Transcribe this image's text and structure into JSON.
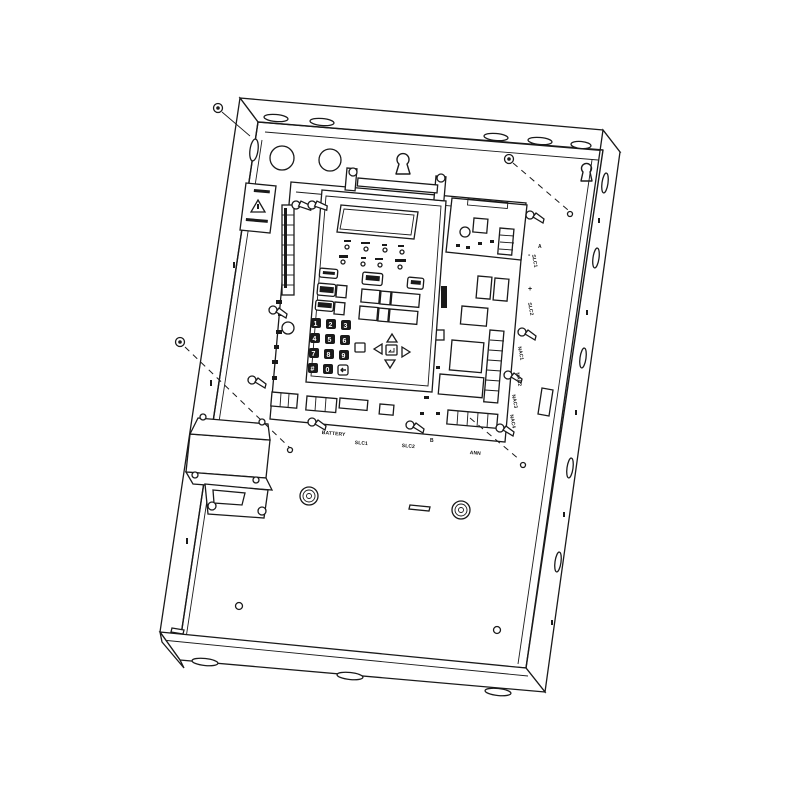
{
  "diagram": {
    "type": "isometric exploded line drawing",
    "subject": "Fire alarm control panel in steel back-box enclosure",
    "colors": {
      "line": "#1a1a1a",
      "background": "#ffffff"
    }
  },
  "panel": {
    "display": {
      "type": "LCD window"
    },
    "keypad": {
      "keys": [
        "1",
        "2",
        "3",
        "4",
        "5",
        "6",
        "7",
        "8",
        "9",
        "#",
        "0",
        "backspace"
      ],
      "nav_keys": [
        "up-arrow",
        "left-arrow",
        "enter",
        "right-arrow",
        "down-arrow",
        "menu"
      ]
    }
  },
  "board_labels": {
    "slc_top": "SLC1",
    "slc_mid": "SLC2",
    "nac1": "NAC1",
    "nac2": "NAC2",
    "nac3": "NAC3",
    "nac4": "NAC4",
    "battery": "BATTERY",
    "slc_bottom_1": "SLC1",
    "slc_bottom_2": "SLC2",
    "ann": "ANN",
    "a_mark": "A",
    "b_mark": "B",
    "plus": "+",
    "minus": "-"
  },
  "components": [
    "enclosure-back-box",
    "main-circuit-board",
    "operator-keypad-display",
    "daughter-board",
    "transformer",
    "mounting-screws",
    "warning-label",
    "standoffs",
    "knockouts",
    "keyhole-mounting-slots"
  ]
}
